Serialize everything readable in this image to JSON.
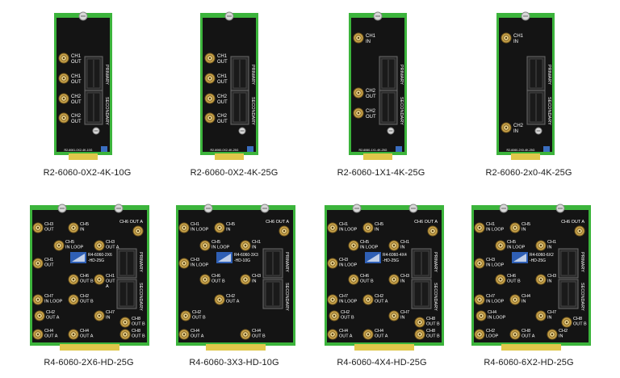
{
  "colors": {
    "board": "#141414",
    "pcb_edge": "#3cb43c",
    "edge_highlight": "#8cdc46",
    "connector_gold": "#e0c84a",
    "bnc_gold": "#c8a24a",
    "sfp_body": "#2a2a2a",
    "silk": "#ffffff"
  },
  "cards": [
    {
      "name": "R2-6060-0X2-4K-10G",
      "board_label": "R2-6061-0X2-4K-10G",
      "ports": [
        {
          "label": [
            "CH1",
            "OUT"
          ]
        },
        {
          "label": [
            "CH1",
            "OUT"
          ]
        },
        {
          "label": [
            "CH2",
            "OUT"
          ]
        },
        {
          "label": [
            "CH2",
            "OUT"
          ]
        }
      ],
      "sfp_labels": [
        "PRIMARY",
        "SECONDARY"
      ]
    },
    {
      "name": "R2-6060-0X2-4K-25G",
      "board_label": "R2-6060-0X2-4K-25G",
      "ports": [
        {
          "label": [
            "CH1",
            "OUT"
          ]
        },
        {
          "label": [
            "CH1",
            "OUT"
          ]
        },
        {
          "label": [
            "CH2",
            "OUT"
          ]
        },
        {
          "label": [
            "CH2",
            "OUT"
          ]
        }
      ],
      "sfp_labels": [
        "PRIMARY",
        "SECONDARY"
      ]
    },
    {
      "name": "R2-6060-1X1-4K-25G",
      "board_label": "R2-6060-1X1-4K-25G",
      "ports": [
        {
          "label": [
            "CH1",
            "IN"
          ]
        },
        {
          "label": [
            "CH2",
            "OUT"
          ]
        },
        {
          "label": [
            "CH2",
            "OUT"
          ]
        }
      ],
      "sfp_labels": [
        "PRIMARY",
        "SECONDARY"
      ]
    },
    {
      "name": "R2-6060-2x0-4K-25G",
      "board_label": "R2-6060-2X0-4K-25G",
      "ports": [
        {
          "label": [
            "CH1",
            "IN"
          ]
        },
        {
          "label": [
            "CH2",
            "IN"
          ]
        }
      ],
      "sfp_labels": [
        "PRIMARY",
        "SECONDARY"
      ]
    },
    {
      "name": "R4-6060-2X6-HD-25G",
      "logo_text": [
        "R4-6060-2X6",
        "-HD-25G"
      ],
      "ports": [
        {
          "label": [
            "CH3",
            "OUT"
          ]
        },
        {
          "label": [
            "CH5",
            "IN"
          ]
        },
        {
          "label": [
            "CH6 OUT A"
          ]
        },
        {
          "label": [
            "CH5",
            "IN LOOP"
          ]
        },
        {
          "label": [
            "CH3",
            "OUT A"
          ]
        },
        {
          "label": [
            "CH1",
            "OUT"
          ]
        },
        {
          "label": [
            "CH6",
            "OUT B"
          ]
        },
        {
          "label": [
            "CH1",
            "OUT",
            "A"
          ]
        },
        {
          "label": [
            "CH7",
            "IN LOOP"
          ]
        },
        {
          "label": [
            "CH2",
            "OUT A"
          ]
        },
        {
          "label": [
            "CH2",
            "OUT B"
          ]
        },
        {
          "label": [
            "CH7",
            "IN"
          ]
        },
        {
          "label": [
            "CH8",
            "OUT B"
          ]
        },
        {
          "label": [
            "CH4",
            "OUT A"
          ]
        },
        {
          "label": [
            "CH4",
            "OUT A"
          ]
        },
        {
          "label": [
            "CH8",
            "OUT B"
          ]
        }
      ],
      "sfp_labels": [
        "PRIMARY",
        "SECONDARY"
      ]
    },
    {
      "name": "R4-6060-3X3-HD-10G",
      "logo_text": [
        "R4-6060-3X3",
        "-HD-10G"
      ],
      "ports": [
        {
          "label": [
            "CH1",
            "IN LOOP"
          ]
        },
        {
          "label": [
            "CH5",
            "IN"
          ]
        },
        {
          "label": [
            "CH6 OUT A"
          ]
        },
        {
          "label": [
            "CH5",
            "IN LOOP"
          ]
        },
        {
          "label": [
            "CH1",
            "IN"
          ]
        },
        {
          "label": [
            "CH3",
            "IN LOOP"
          ]
        },
        {
          "label": [
            "CH6",
            "OUT B"
          ]
        },
        {
          "label": [
            "CH3",
            "IN"
          ]
        },
        {
          "label": [
            "CH2",
            "OUT A"
          ]
        },
        {
          "label": [
            "CH2",
            "OUT B"
          ]
        },
        {
          "label": [
            "CH4",
            "OUT A"
          ]
        },
        {
          "label": [
            "CH4",
            "OUT B"
          ]
        }
      ],
      "sfp_labels": [
        "PRIMARY",
        "SECONDARY"
      ]
    },
    {
      "name": "R4-6060-4X4-HD-25G",
      "logo_text": [
        "R4-6060-4X4",
        "-HD-25G"
      ],
      "ports": [
        {
          "label": [
            "CH1",
            "IN LOOP"
          ]
        },
        {
          "label": [
            "CH5",
            "IN"
          ]
        },
        {
          "label": [
            "CH6 OUT A"
          ]
        },
        {
          "label": [
            "CH5",
            "IN LOOP"
          ]
        },
        {
          "label": [
            "CH1",
            "IN"
          ]
        },
        {
          "label": [
            "CH3",
            "IN LOOP"
          ]
        },
        {
          "label": [
            "CH6",
            "OUT B"
          ]
        },
        {
          "label": [
            "CH3",
            "IN"
          ]
        },
        {
          "label": [
            "CH7",
            "IN LOOP"
          ]
        },
        {
          "label": [
            "CH2",
            "OUT A"
          ]
        },
        {
          "label": [
            "CH2",
            "OUT B"
          ]
        },
        {
          "label": [
            "CH7",
            "IN"
          ]
        },
        {
          "label": [
            "CH8",
            "OUT B"
          ]
        },
        {
          "label": [
            "CH4",
            "OUT A"
          ]
        },
        {
          "label": [
            "CH4",
            "OUT A"
          ]
        },
        {
          "label": [
            "CH8",
            "OUT B"
          ]
        }
      ],
      "sfp_labels": [
        "PRIMARY",
        "SECONDARY"
      ]
    },
    {
      "name": "R4-6060-6X2-HD-25G",
      "logo_text": [
        "R4-6060-6X2",
        "-HD-25G"
      ],
      "ports": [
        {
          "label": [
            "CH1",
            "IN LOOP"
          ]
        },
        {
          "label": [
            "CH5",
            "IN"
          ]
        },
        {
          "label": [
            "CH6 OUT A"
          ]
        },
        {
          "label": [
            "CH5",
            "IN LOOP"
          ]
        },
        {
          "label": [
            "CH1",
            "IN"
          ]
        },
        {
          "label": [
            "CH3",
            "IN LOOP"
          ]
        },
        {
          "label": [
            "CH6",
            "OUT B"
          ]
        },
        {
          "label": [
            "CH3",
            "IN"
          ]
        },
        {
          "label": [
            "CH7",
            "IN LOOP"
          ]
        },
        {
          "label": [
            "CH4",
            "IN"
          ]
        },
        {
          "label": [
            "CH4",
            "IN LOOP"
          ]
        },
        {
          "label": [
            "CH7",
            "IN"
          ]
        },
        {
          "label": [
            "CH8",
            "OUT B"
          ]
        },
        {
          "label": [
            "CH2",
            "LOOP"
          ]
        },
        {
          "label": [
            "CH8",
            "OUT A"
          ]
        },
        {
          "label": [
            "CH2",
            "IN"
          ]
        }
      ],
      "sfp_labels": [
        "PRIMARY",
        "SECONDARY"
      ]
    }
  ]
}
